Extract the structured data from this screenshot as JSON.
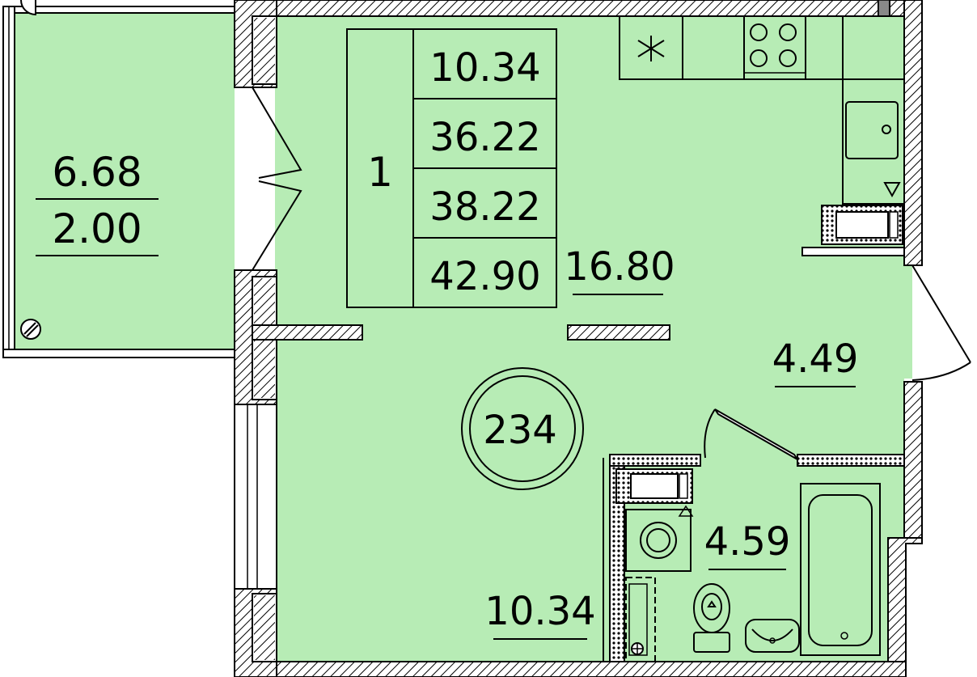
{
  "colors": {
    "room_fill": "#b7ecb5",
    "line": "#000000",
    "background": "#ffffff"
  },
  "summary_table": {
    "rooms_count": "1",
    "values": [
      "10.34",
      "36.22",
      "38.22",
      "42.90"
    ]
  },
  "apartment_number": "234",
  "balcony": {
    "area": "6.68",
    "reduced_area": "2.00"
  },
  "rooms": {
    "kitchen_area": "16.80",
    "hall_area": "4.49",
    "bathroom_area": "4.59",
    "living_area": "10.34"
  },
  "icons": [
    "snowflake-icon",
    "stove-icon",
    "sink-icon",
    "washing-machine-icon",
    "toilet-icon",
    "bathtub-icon",
    "radiator-icon"
  ]
}
